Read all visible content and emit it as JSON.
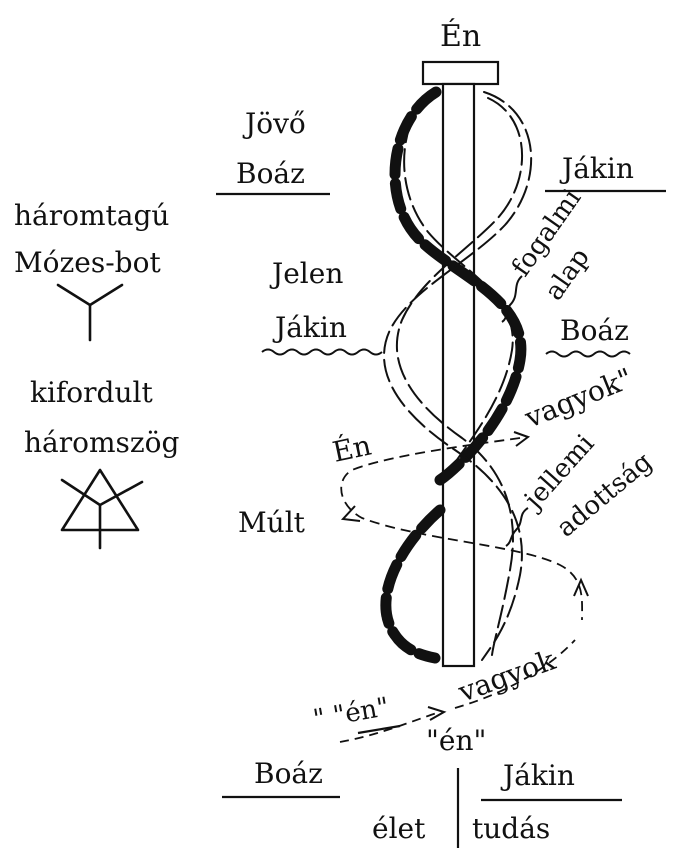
{
  "top_label": "Én",
  "future": {
    "time": "Jövő",
    "left": "Boáz",
    "right": "Jákin"
  },
  "present": {
    "time": "Jelen",
    "left": "Jákin",
    "right": "Boáz"
  },
  "past": {
    "time": "Múlt"
  },
  "left_symbols": {
    "staff_line1": "háromtagú",
    "staff_line2": "Mózes-bot",
    "triangle_line1": "kifordult",
    "triangle_line2": "háromszög"
  },
  "annotations": {
    "fogalmi": "fogalmi",
    "alap": "alap",
    "vagyok_quote": "vagyok\"",
    "en_mid": "Én",
    "jellemi": "jellemi",
    "adottsag": "adottság",
    "vagyok": "vagyok",
    "quote_en_underlined": "\" \"én\"",
    "en_quoted": "\"én\""
  },
  "bottom": {
    "left": "Boáz",
    "right": "Jákin",
    "life": "élet",
    "knowledge": "tudás"
  }
}
